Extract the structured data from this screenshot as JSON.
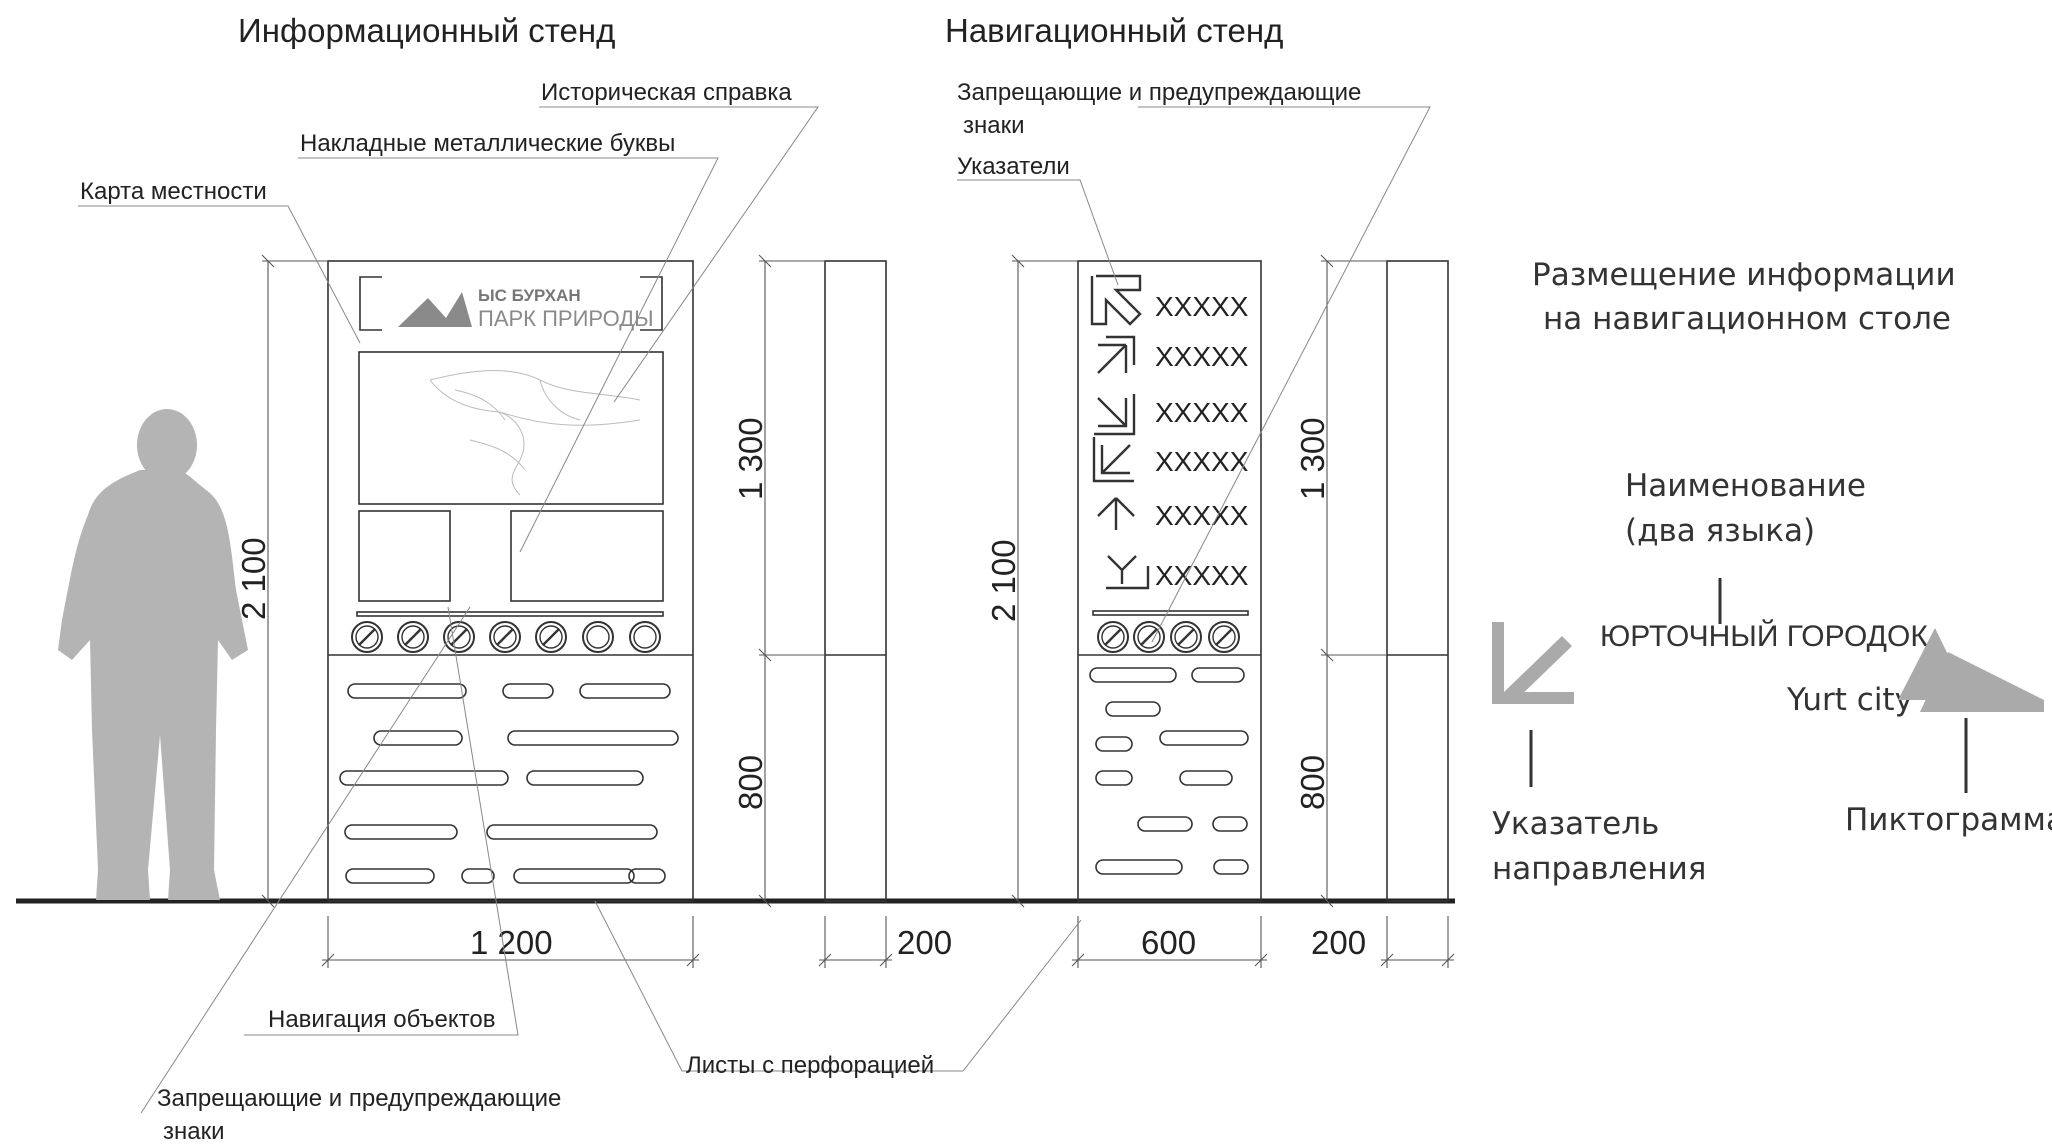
{
  "titles": {
    "info_stand": "Информационный стенд",
    "nav_stand": "Навигационный стенд",
    "placement": [
      "Размещение информации",
      "на навигационном столе"
    ]
  },
  "callouts": {
    "history": "Историческая справка",
    "metal_letters": "Накладные металлические буквы",
    "terrain_map": "Карта местности",
    "object_nav": "Навигация объектов",
    "prohibit_info": [
      "Запрещающие и предупреждающие",
      "знаки"
    ],
    "perforated_sheets": "Листы с перфорацией",
    "prohibit_nav": [
      "Запрещающие и предупреждающие",
      "знаки"
    ],
    "pointers": "Указатели"
  },
  "logo": {
    "line1": "ЫС БУРХАН",
    "line2": "ПАРК ПРИРОДЫ"
  },
  "dimensions": {
    "info_height": "2 100",
    "info_upper": "1 300",
    "info_lower": "800",
    "info_width": "1 200",
    "info_depth": "200",
    "nav_height": "2 100",
    "nav_upper": "1 300",
    "nav_lower": "800",
    "nav_width": "600",
    "nav_depth": "200"
  },
  "nav_items": [
    "XXXXX",
    "XXXXX",
    "XXXXX",
    "XXXXX",
    "XXXXX",
    "XXXXX"
  ],
  "placement_info": {
    "name_label": [
      "Наименование",
      "(два языка)"
    ],
    "name_ru": "ЮРТОЧНЫЙ ГОРОДОК",
    "name_en": "Yurt city",
    "pointer_label": [
      "Указатель",
      "направления"
    ],
    "pictogram_label": "Пиктограмма"
  },
  "colors": {
    "line": "#333333",
    "silhouette": "#b4b4b4",
    "pictogram": "#aaaaaa"
  }
}
